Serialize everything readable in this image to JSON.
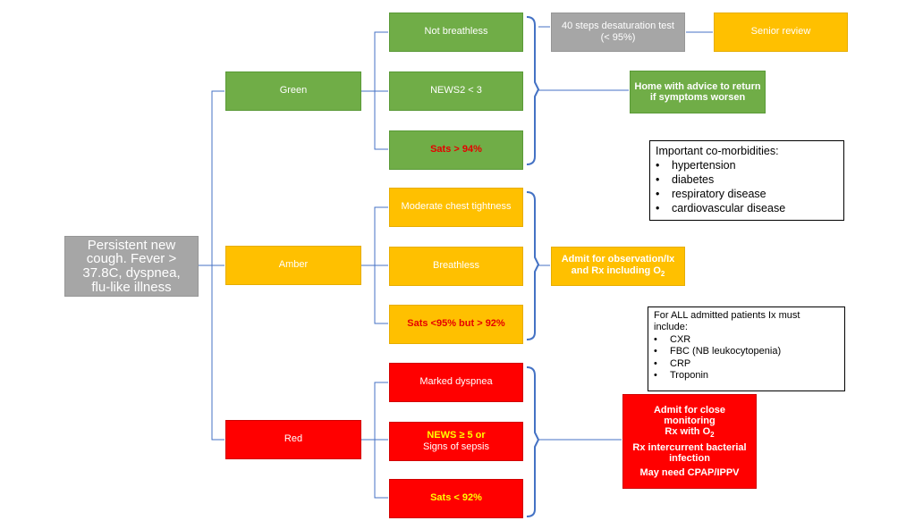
{
  "start": {
    "lines": [
      "Persistent new",
      "cough. Fever >",
      "37.8C, dyspnea,",
      "flu-like illness"
    ]
  },
  "categories": {
    "green": "Green",
    "amber": "Amber",
    "red": "Red"
  },
  "criteria": {
    "green": [
      "Not breathless",
      "NEWS2 < 3",
      "Sats  > 94%"
    ],
    "amber": [
      "Moderate chest tightness",
      "Breathless",
      "Sats  <95% but > 92%"
    ],
    "red": [
      "Marked dyspnea",
      "NEWS ≥ 5 or",
      "Signs of sepsis",
      "Sats < 92%"
    ]
  },
  "actions": {
    "desat_test": [
      "40 steps desaturation test",
      "(< 95%)"
    ],
    "senior_review": "Senior review",
    "home": [
      "Home with advice to return",
      "if symptoms worsen"
    ],
    "amber_admit": {
      "line1": "Admit for observation/Ix",
      "line2_prefix": "and  Rx including O",
      "line2_sub": "2"
    },
    "red_admit": {
      "line1": "Admit for close monitoring",
      "line2_prefix": "Rx with O",
      "line2_sub": "2",
      "line3": "Rx intercurrent bacterial",
      "line4": "infection",
      "line5": "May need CPAP/IPPV"
    }
  },
  "comorbidities": {
    "title": "Important co-morbidities:",
    "items": [
      "hypertension",
      "diabetes",
      "respiratory disease",
      "cardiovascular disease"
    ]
  },
  "investigations": {
    "title_lines": [
      "For ALL admitted patients Ix must",
      "include:"
    ],
    "items": [
      "CXR",
      "FBC (NB leukocytopenia)",
      "CRP",
      "Troponin"
    ]
  },
  "colors": {
    "green": "#70ad47",
    "amber": "#ffc000",
    "red": "#ff0000",
    "grey": "#a6a6a6",
    "connector": "#4472c4",
    "alert_text_red": "#e60000",
    "alert_text_yellow": "#ffff00"
  }
}
